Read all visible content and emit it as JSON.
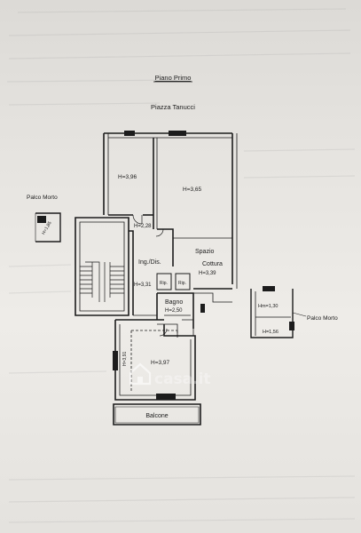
{
  "title": "Piano Primo",
  "street": "Piazza Tanucci",
  "watermark": "casa.it",
  "labels": {
    "palco_morto_left": "Palco Morto",
    "palco_morto_left_h": "H=1,85",
    "room1_h": "H=3,96",
    "room2_h": "H=3,65",
    "corridor_h": "H=2,28",
    "spazio": "Spazio",
    "cottura": "Cottura",
    "cottura_h": "H=3,39",
    "ingdis": "Ing./Dis.",
    "ingdis_h": "H=3,31",
    "rip1": "Rip.",
    "rip2": "Rip.",
    "bagno": "Bagno",
    "bagno_h": "H=2,50",
    "room3_h": "H=3,97",
    "side_h": "H=3,91",
    "balcone": "Balcone",
    "palco_morto_right": "Palco Morto",
    "palco_right_h1": "Hm=1,30",
    "palco_right_h2": "H=1,56"
  },
  "colors": {
    "ink": "#1c1c1c",
    "paper": "#e9e7e3"
  }
}
